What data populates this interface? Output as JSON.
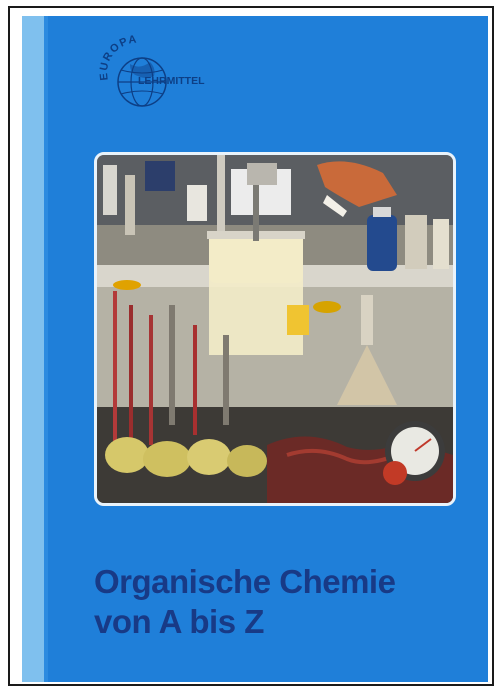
{
  "publisher": {
    "logo_arc_text": "EUROPA",
    "logo_text": "LEHRMITTEL"
  },
  "book": {
    "title_line1": "Organische Chemie",
    "title_line2": "von A bis Z"
  },
  "colors": {
    "cover_blue": "#1f7fd9",
    "spine_light": "#7fc0ee",
    "title_navy": "#183a86",
    "photo_border": "#e9f3fb"
  },
  "icons": {
    "publisher_logo": "globe-logo-icon",
    "cover_photo": "laboratory-photo"
  }
}
